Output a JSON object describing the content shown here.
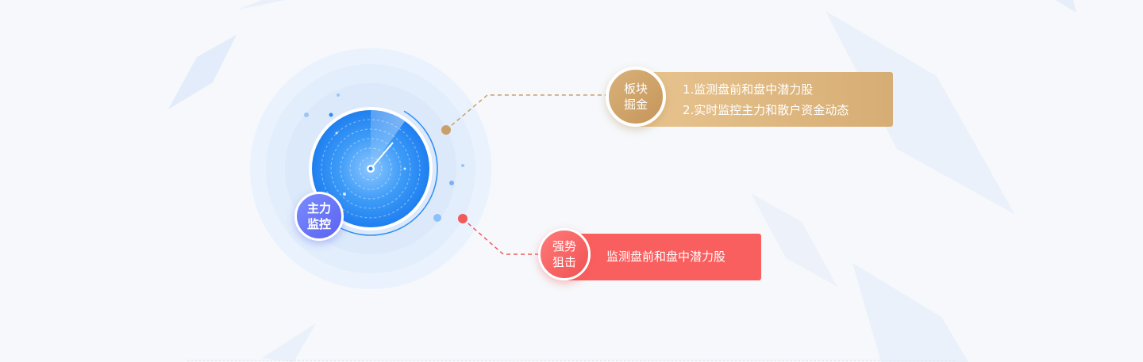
{
  "radar": {
    "label_line1": "主力",
    "label_line2": "监控"
  },
  "feature_bankuai": {
    "badge_line1": "板块",
    "badge_line2": "掘金",
    "items": [
      "1.监测盘前和盘中潜力股",
      "2.实时监控主力和散户资金动态"
    ]
  },
  "feature_qiangshi": {
    "badge_line1": "强势",
    "badge_line2": "狙击",
    "item": "监测盘前和盘中潜力股"
  },
  "colors": {
    "radar_blue": "#2b8ef5",
    "main_badge": "#6a74f5",
    "gold": "#d6ad74",
    "red": "#fa5f5f",
    "background": "#f6f8fb"
  }
}
